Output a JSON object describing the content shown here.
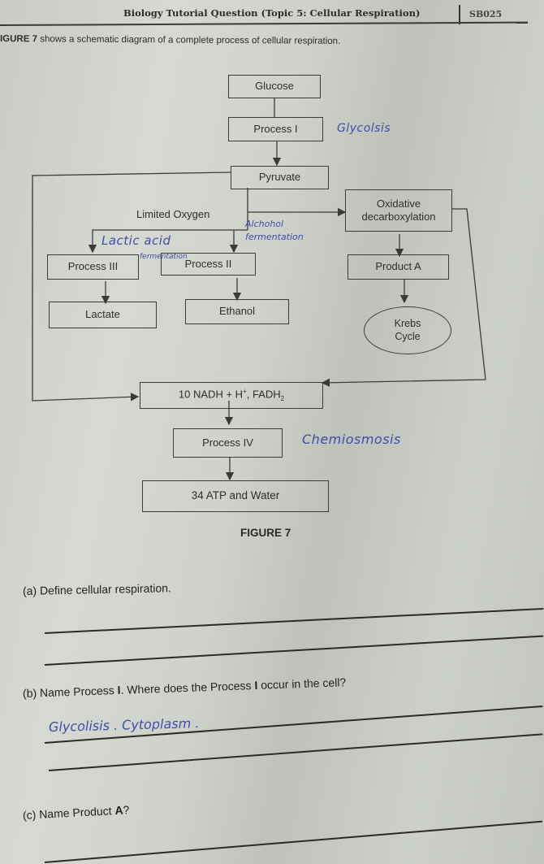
{
  "header": {
    "title": "Biology Tutorial Question (Topic 5: Cellular Respiration)",
    "code": "SB025"
  },
  "intro": {
    "figure_ref": "IGURE 7",
    "text": " shows a schematic diagram of a complete process of cellular respiration."
  },
  "diagram": {
    "glucose": "Glucose",
    "process_1": "Process I",
    "pyruvate": "Pyruvate",
    "limited_oxygen": "Limited Oxygen",
    "oxidative_line1": "Oxidative",
    "oxidative_line2": "decarboxylation",
    "process_3": "Process III",
    "process_2": "Process II",
    "product_a": "Product A",
    "lactate": "Lactate",
    "ethanol": "Ethanol",
    "krebs_line1": "Krebs",
    "krebs_line2": "Cycle",
    "nadh_main": "10 NADH + H",
    "nadh_sup": "+",
    "nadh_fad": ", FADH",
    "nadh_sub": "2",
    "process_4": "Process IV",
    "atp_water": "34 ATP and Water",
    "caption": "FIGURE 7"
  },
  "handwriting": {
    "glycolysis_note": "Glycolsis",
    "lactic_acid_line1": "Lactic acid",
    "lactic_acid_line2": "fermentation",
    "alcohol_line1": "Alchohol",
    "alcohol_line2": "fermentation",
    "chemiosmosis_note": "Chemiosmosis",
    "answer_b": "Glycolisis . Cytoplasm ."
  },
  "questions": {
    "a": "(a) Define cellular respiration.",
    "b_prefix": "(b) Name Process ",
    "b_bold": "I",
    "b_mid": ". Where does the Process ",
    "b_bold2": "I",
    "b_suffix": " occur in the cell?",
    "c_prefix": "(c) Name Product ",
    "c_bold": "A",
    "c_suffix": "?"
  }
}
